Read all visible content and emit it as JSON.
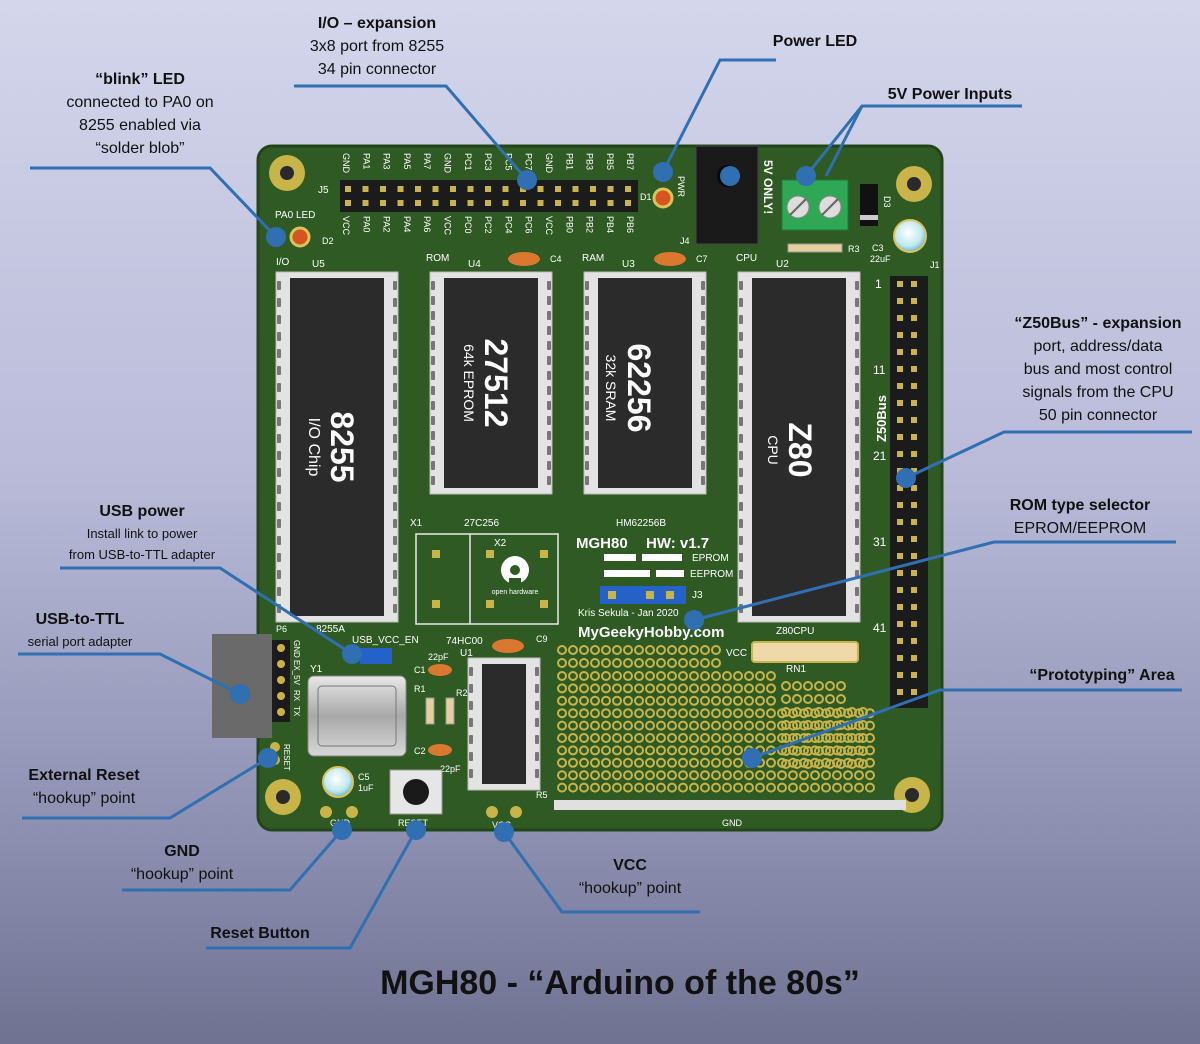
{
  "title": "MGH80 - “Arduino of the 80s”",
  "callouts": {
    "blink": {
      "title": "“blink” LED",
      "l1": "connected to PA0 on",
      "l2": "8255 enabled via",
      "l3": "“solder blob”"
    },
    "io": {
      "title": "I/O – expansion",
      "l1": "3x8 port from 8255",
      "l2": "34 pin connector"
    },
    "power_led": {
      "title": "Power LED"
    },
    "power_in": {
      "title": "5V Power Inputs"
    },
    "z50": {
      "title": "“Z50Bus” - expansion",
      "l1": "port, address/data",
      "l2": "bus and most control",
      "l3": "signals from the CPU",
      "l4": "50 pin connector"
    },
    "usb_power": {
      "title": "USB power",
      "l1": "Install link to power",
      "l2": "from USB-to-TTL adapter"
    },
    "usb_ttl": {
      "title": "USB-to-TTL",
      "l1": "serial port adapter"
    },
    "rom_sel": {
      "title": "ROM type selector",
      "l1": "EPROM/EEPROM"
    },
    "proto": {
      "title": "“Prototyping” Area"
    },
    "ext_reset": {
      "title": "External Reset",
      "l1": "“hookup” point"
    },
    "gnd": {
      "title": "GND",
      "l1": "“hookup” point"
    },
    "vcc": {
      "title": "VCC",
      "l1": "“hookup” point"
    },
    "reset_btn": {
      "title": "Reset Button"
    }
  },
  "board": {
    "chips": {
      "u5": {
        "big": "8255",
        "small": "I/O Chip",
        "ref": "U5",
        "sec": "I/O",
        "part": "8255A"
      },
      "u4": {
        "big": "27512",
        "small": "64k EPROM",
        "ref": "U4",
        "sec": "ROM",
        "part": "27C256"
      },
      "u3": {
        "big": "62256",
        "small": "32k SRAM",
        "ref": "U3",
        "sec": "RAM",
        "part": "HM62256B"
      },
      "u2": {
        "big": "Z80",
        "small": "CPU",
        "ref": "U2",
        "sec": "CPU",
        "part": "Z80CPU"
      },
      "u1": {
        "ref": "U1",
        "part": "74HC00"
      }
    },
    "io_top_labels": [
      "GND",
      "PA1",
      "PA3",
      "PA5",
      "PA7",
      "GND",
      "PC1",
      "PC3",
      "PC5",
      "PC7",
      "GND",
      "PB1",
      "PB3",
      "PB5",
      "PB7"
    ],
    "io_bottom_labels": [
      "VCC",
      "PA0",
      "PA2",
      "PA4",
      "PA6",
      "VCC",
      "PC0",
      "PC2",
      "PC4",
      "PC6",
      "VCC",
      "PB0",
      "PB2",
      "PB4",
      "PB6"
    ],
    "j5": "J5",
    "pa0_led": "PA0 LED",
    "d2": "D2",
    "d1": "D1",
    "pwr": "PWR",
    "j4": "J4",
    "vonly": "5V ONLY!",
    "d3": "D3",
    "r3": "R3",
    "c3": "C3",
    "c3v": "22uF",
    "j1": "J1",
    "z50bus": "Z50Bus",
    "pin_nums": [
      "1",
      "11",
      "21",
      "31",
      "41"
    ],
    "c4": "C4",
    "c7": "C7",
    "c9": "C9",
    "x1": "X1",
    "x2": "X2",
    "oshw": "open hardware",
    "mgh": "MGH80",
    "hw": "HW: v1.7",
    "eprom": "EPROM",
    "eeprom": "EEPROM",
    "j3": "J3",
    "author": "Kris Sekula - Jan 2020",
    "site": "MyGeekyHobby.com",
    "vcc": "VCC",
    "rn1": "RN1",
    "p6": "P6",
    "ftdi": [
      "GND",
      "EX_5V",
      "RX",
      "TX"
    ],
    "usb_en": "USB_VCC_EN",
    "y1": "Y1",
    "c1": "C1",
    "c2": "C2",
    "r1": "R1",
    "r2": "R2",
    "r5": "R5",
    "pf1": "22pF",
    "pf2": "22pF",
    "c5": "C5",
    "c5v": "1uF",
    "reset_side": "RESET",
    "gnd_pad": "GND",
    "reset_pad": "RESET",
    "vcc_pad": "VCC",
    "gnd_strip": "GND"
  }
}
